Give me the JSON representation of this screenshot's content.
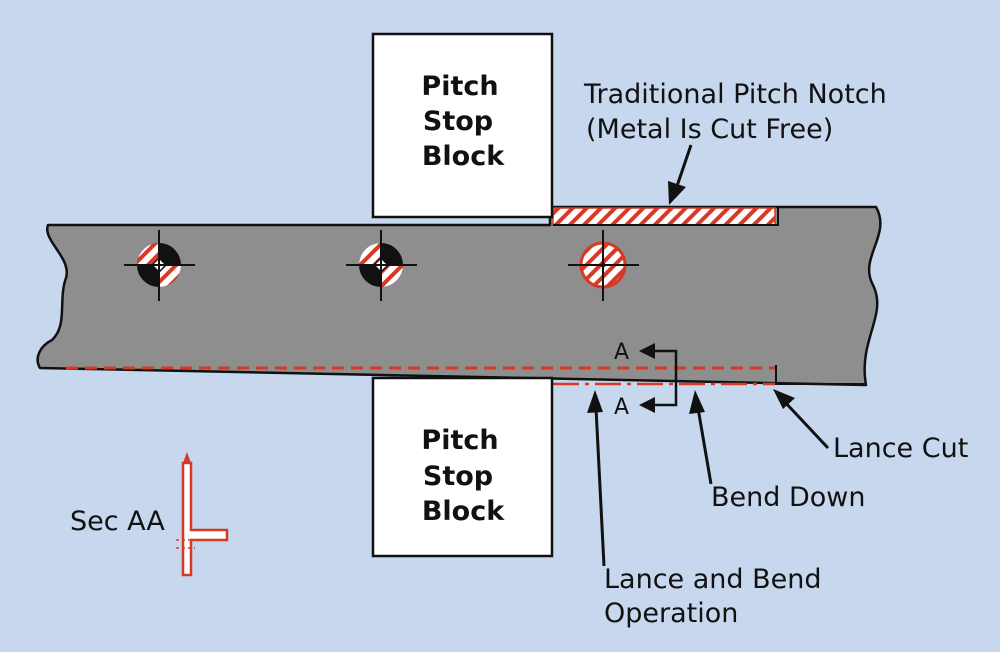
{
  "labels": {
    "top_block": [
      "Pitch",
      "Stop",
      "Block"
    ],
    "bottom_block": [
      "Pitch",
      "Stop",
      "Block"
    ],
    "traditional_notch": [
      "Traditional Pitch Notch",
      "(Metal Is Cut Free)"
    ],
    "lance_cut": "Lance Cut",
    "bend_down": "Bend Down",
    "lance_and_bend": [
      "Lance and Bend",
      "Operation"
    ],
    "section": "Sec AA",
    "section_marker_top": "A",
    "section_marker_bottom": "A"
  },
  "colors": {
    "background": "#c7d7ee",
    "strip": "#8e8e8e",
    "accent_red": "#d63a26",
    "block": "#ffffff",
    "ink": "#111111"
  }
}
